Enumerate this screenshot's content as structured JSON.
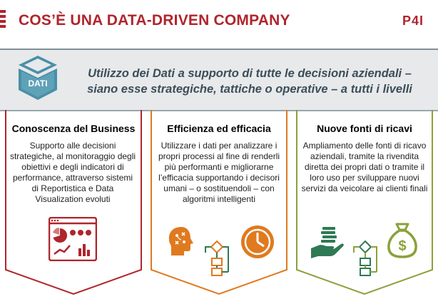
{
  "header": {
    "title": "COS’È UNA DATA-DRIVEN COMPANY",
    "logo": "P4I"
  },
  "banner": {
    "icon_label": "DATI",
    "line1": "Utilizzo dei Dati a supporto di tutte le decisioni aziendali –",
    "line2": "siano esse strategiche, tattiche o operative – a tutti i livelli"
  },
  "cards": [
    {
      "title": "Conoscenza del Business",
      "body": "Supporto alle decisioni strategiche, al monitoraggio degli obiettivi e degli indicatori di performance, attraverso sistemi di Reportistica e Data Visualization evoluti",
      "accent": "#b0252c"
    },
    {
      "title": "Efficienza ed efficacia",
      "body": "Utilizzare i dati per analizzare i propri processi al fine di renderli più performanti e migliorarne l’efficacia supportando i decisori umani – o sostituendoli – con algoritmi intelligenti",
      "accent": "#e07a1f"
    },
    {
      "title": "Nuove fonti di ricavi",
      "body": "Ampliamento delle fonti di ricavo aziendali, tramite la rivendita diretta dei propri dati o tramite il loro uso per sviluppare nuovi servizi da veicolare ai clienti finali",
      "accent": "#8aa13a"
    }
  ],
  "colors": {
    "brand_red": "#b0252c",
    "banner_bg": "#e7e9eb",
    "banner_text": "#3c4e58",
    "dati_icon": "#4a8fa8",
    "orange": "#e07a1f",
    "green": "#8aa13a"
  },
  "icons": [
    "corner-bars-icon",
    "data-cube-icon",
    "dashboard-icon",
    "head-strategy-icon",
    "flowchart-icon",
    "clock-icon",
    "hand-coins-icon",
    "money-bag-icon"
  ]
}
